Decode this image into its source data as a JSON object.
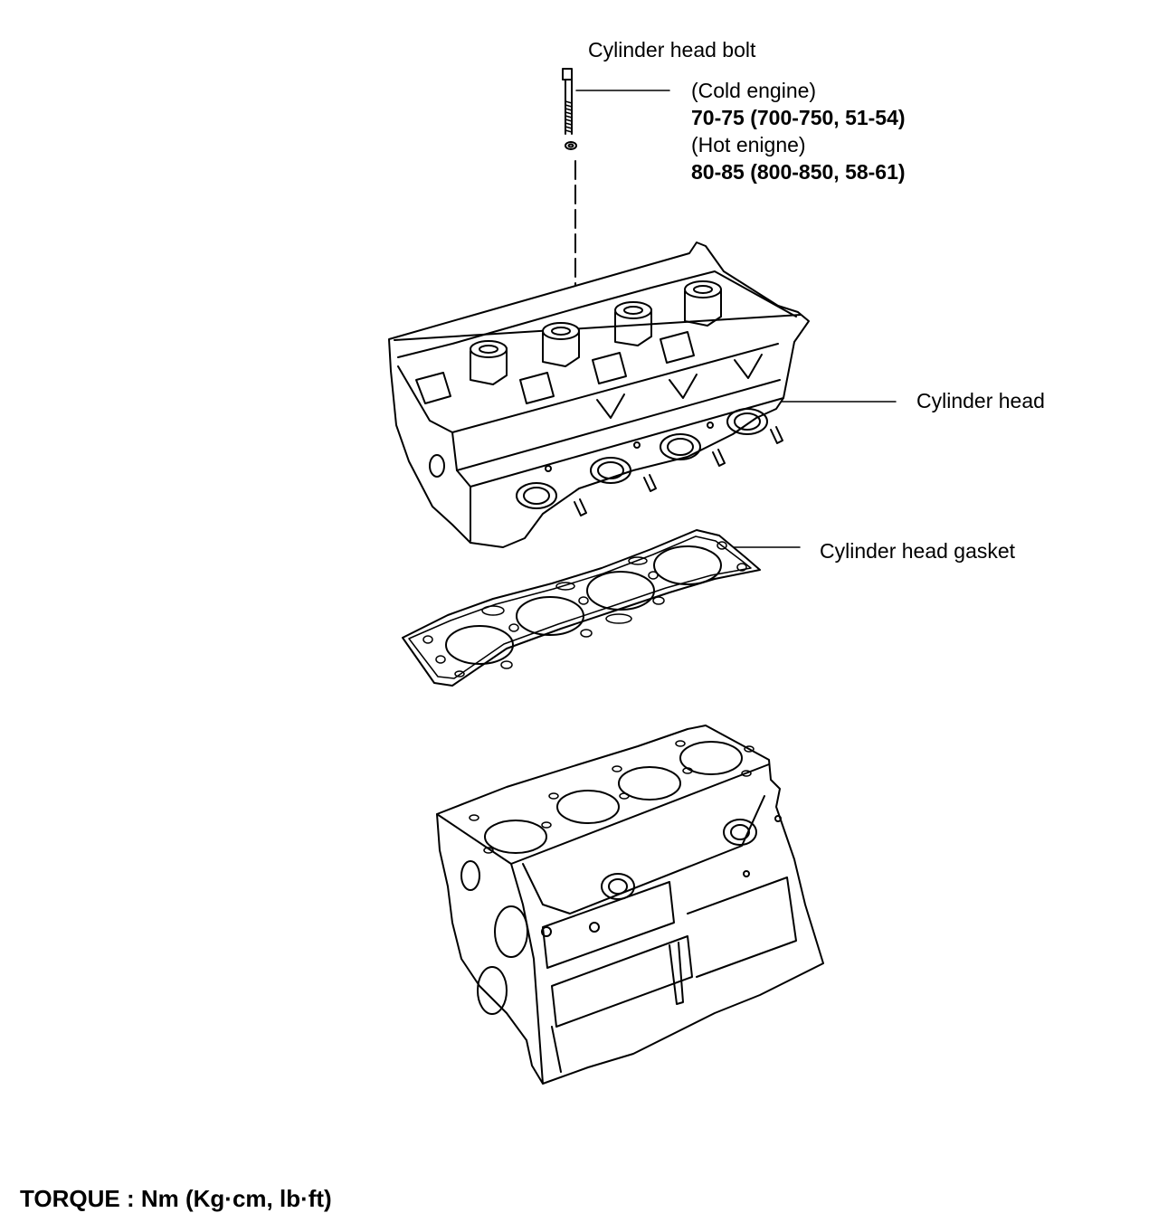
{
  "labels": {
    "bolt": "Cylinder head bolt",
    "cold_title": "(Cold engine)",
    "cold_value": "70-75 (700-750, 51-54)",
    "hot_title": "(Hot enigne)",
    "hot_value": "80-85 (800-850, 58-61)",
    "head": "Cylinder head",
    "gasket": "Cylinder head gasket"
  },
  "footer": {
    "torque": "TORQUE : Nm (Kg·cm, lb·ft)"
  }
}
